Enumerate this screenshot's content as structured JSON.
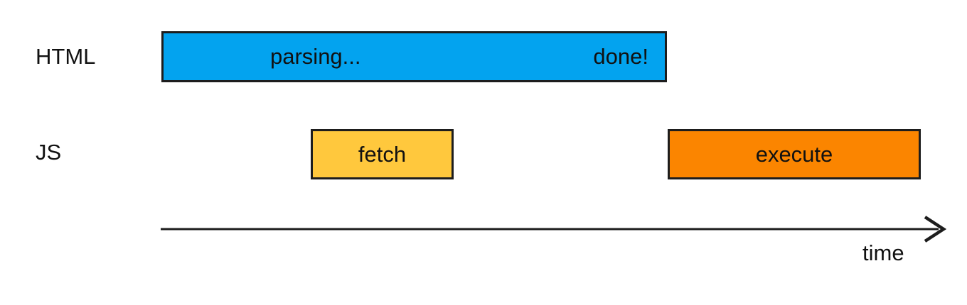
{
  "rows": {
    "html": {
      "label": "HTML",
      "bar": {
        "left_text": "parsing...",
        "right_text": "done!"
      }
    },
    "js": {
      "label": "JS",
      "fetch": {
        "text": "fetch"
      },
      "execute": {
        "text": "execute"
      }
    }
  },
  "axis": {
    "label": "time"
  },
  "colors": {
    "html_bar": "#03a3ef",
    "fetch_bar": "#ffc83d",
    "execute_bar": "#fb8500",
    "border": "#1d1d1d",
    "axis": "#1d1d1d",
    "text": "#111111",
    "background": "#ffffff"
  }
}
